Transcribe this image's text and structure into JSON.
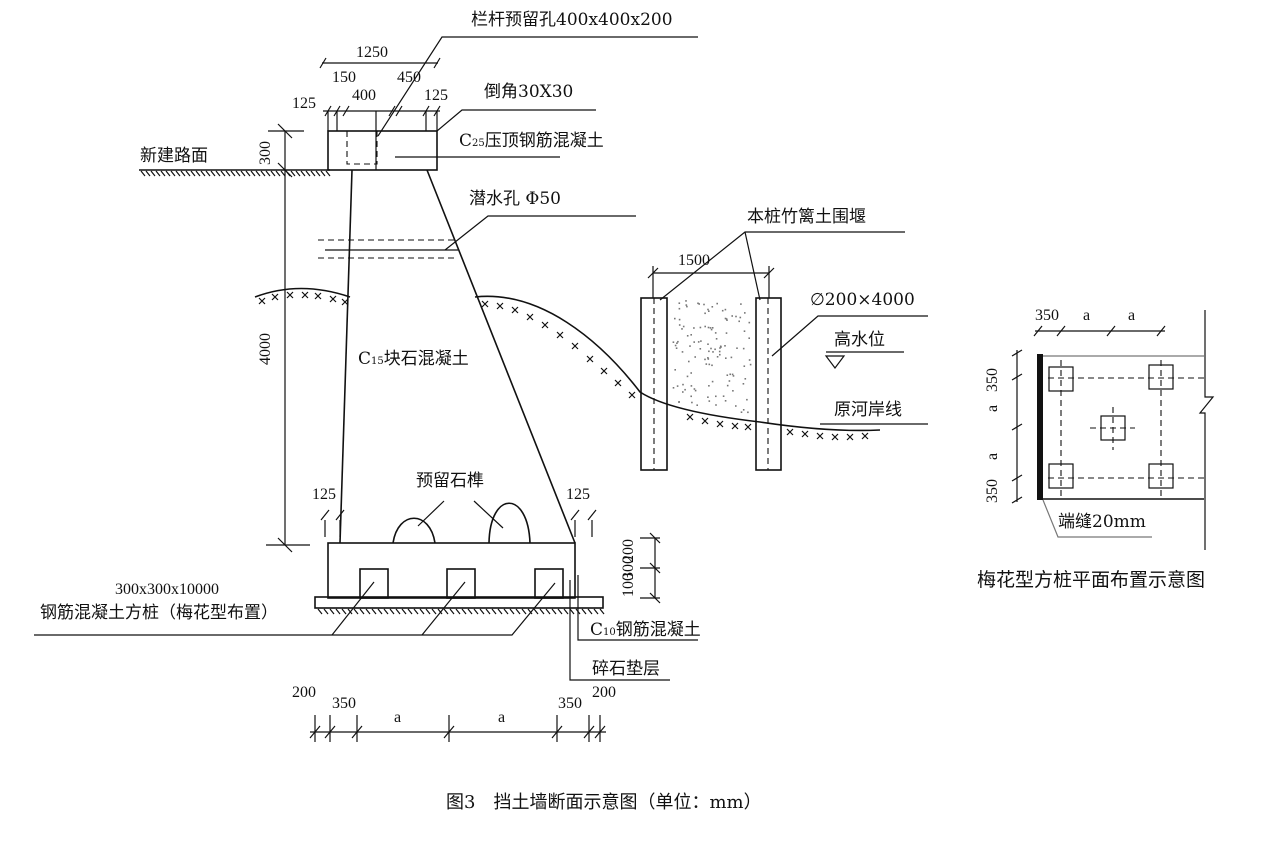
{
  "section": {
    "railing_hole": "栏杆预留孔400x400x200",
    "chamfer": "倒角30X30",
    "cap_grade": "C",
    "cap_grade_sub": "25",
    "cap_label": "压顶钢筋混凝土",
    "road": "新建路面",
    "weep_hole": "潜水孔 Φ50",
    "body_grade": "C",
    "body_grade_sub": "15",
    "body_label": "块石混凝土",
    "cofferdam": "本桩竹篱土围堰",
    "pile_spec": "∅200×4000",
    "high_water": "高水位",
    "bank_line": "原河岸线",
    "tenon": "预留石榫",
    "square_pile_size": "300x300x10000",
    "square_pile_label": "钢筋混凝土方桩（梅花型布置）",
    "base_grade": "C",
    "base_grade_sub": "10",
    "base_label": "钢筋混凝土",
    "gravel": "碎石垫层",
    "dims": {
      "d1250": "1250",
      "d150": "150",
      "d450": "450",
      "d400": "400",
      "d125a": "125",
      "d125b": "125",
      "d300": "300",
      "d4000": "4000",
      "d1500": "1500",
      "d125c": "125",
      "d125d": "125",
      "d300b": "300",
      "d100": "100",
      "d200": "200",
      "b200a": "200",
      "b350a": "350",
      "ba1": "a",
      "ba2": "a",
      "b350b": "350",
      "b200b": "200"
    }
  },
  "plan": {
    "title": "梅花型方桩平面布置示意图",
    "joint": "端缝20mm",
    "top_350": "350",
    "top_a1": "a",
    "top_a2": "a",
    "left_350a": "350",
    "left_a1": "a",
    "left_a2": "a",
    "left_350b": "350"
  },
  "caption": "图3　挡土墙断面示意图（单位：mm）"
}
